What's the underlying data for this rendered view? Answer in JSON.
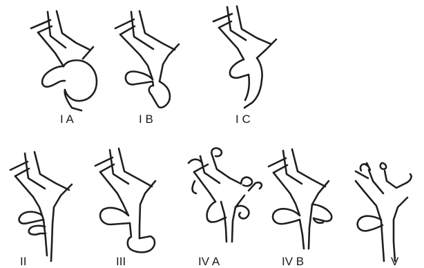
{
  "labels": {
    "ia": "I A",
    "ib": "I B",
    "ic": "I C",
    "ii": "II",
    "iii": "III",
    "iva": "IV A",
    "ivb": "IV B",
    "v": "V"
  }
}
